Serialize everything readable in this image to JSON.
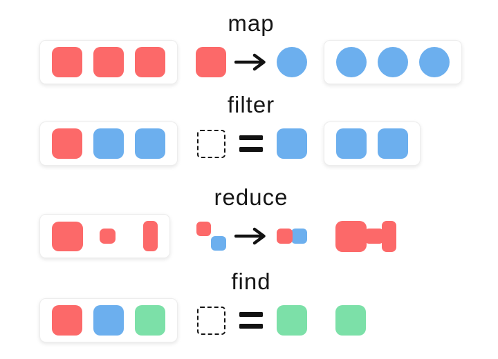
{
  "colors": {
    "red": "#FC6969",
    "blue": "#6CAFEE",
    "green": "#7CE0A8",
    "text": "#161616"
  },
  "rows": [
    {
      "label": "map",
      "input": [
        "red-square",
        "red-square",
        "red-square"
      ],
      "transform": {
        "lhs": [
          "red-square"
        ],
        "op": "arrow",
        "rhs": [
          "blue-circle"
        ]
      },
      "output": [
        "blue-circle",
        "blue-circle",
        "blue-circle"
      ]
    },
    {
      "label": "filter",
      "input": [
        "red-square",
        "blue-square",
        "blue-square"
      ],
      "transform": {
        "lhs": [
          "dashed-square"
        ],
        "op": "equals",
        "rhs": [
          "blue-square"
        ]
      },
      "output": [
        "blue-square",
        "blue-square"
      ]
    },
    {
      "label": "reduce",
      "input": [
        "red-square-large",
        "red-square-small",
        "red-rect-tall"
      ],
      "transform": {
        "lhs": [
          "red-blue-diagonal-pair"
        ],
        "op": "arrow",
        "rhs": [
          "red-blue-merged-pair"
        ]
      },
      "output": [
        "red-merged-shape"
      ]
    },
    {
      "label": "find",
      "input": [
        "red-square",
        "blue-square",
        "green-square"
      ],
      "transform": {
        "lhs": [
          "dashed-square"
        ],
        "op": "equals",
        "rhs": [
          "green-square"
        ]
      },
      "output": [
        "green-square"
      ]
    }
  ]
}
